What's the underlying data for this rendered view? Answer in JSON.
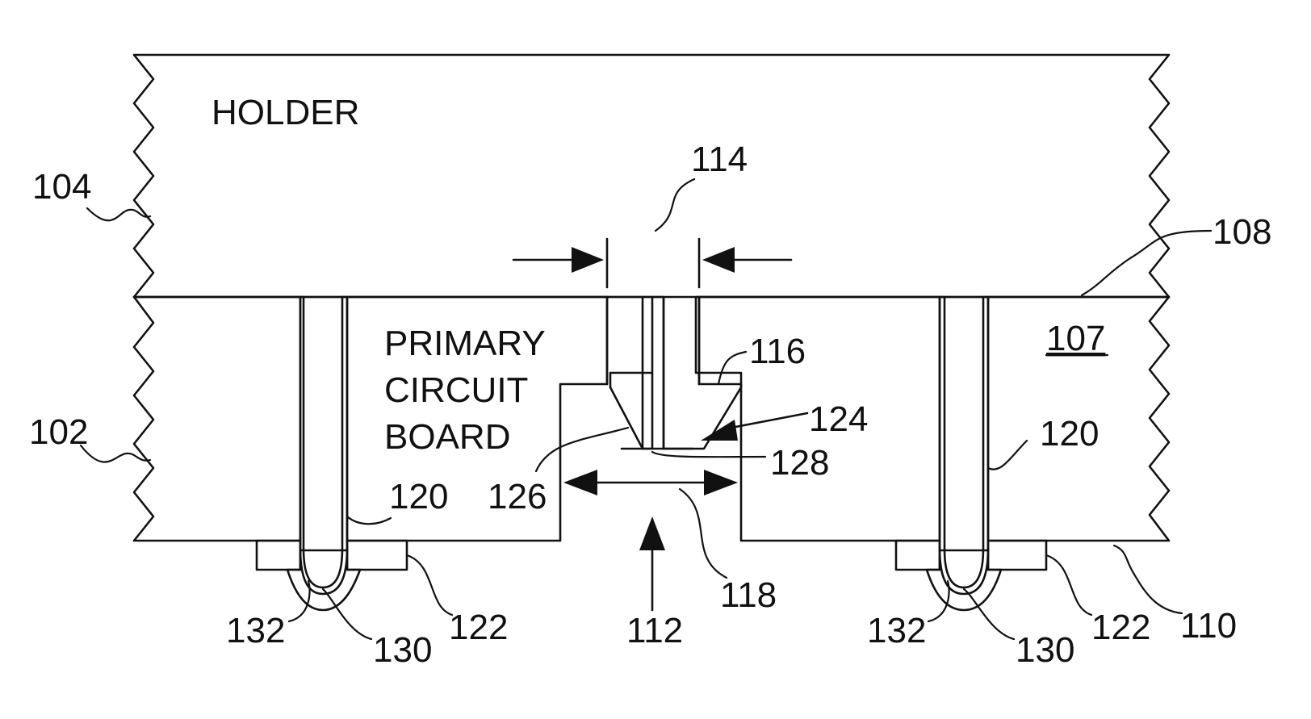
{
  "labels": {
    "holder": "HOLDER",
    "primary_circuit_board": [
      "PRIMARY",
      "CIRCUIT",
      "BOARD"
    ],
    "region_107": "107",
    "refs": {
      "r104": "104",
      "r102": "102",
      "r114": "114",
      "r108": "108",
      "r116": "116",
      "r124": "124",
      "r126": "126",
      "r128": "128",
      "r118": "118",
      "r112": "112",
      "r110": "110",
      "r120_left": "120",
      "r120_right": "120",
      "r122_left": "122",
      "r122_right": "122",
      "r130_left": "130",
      "r130_right": "130",
      "r132_left": "132",
      "r132_right": "132"
    }
  },
  "colors": {
    "line": "#111111",
    "hatch": "#111111",
    "background": "#ffffff"
  }
}
